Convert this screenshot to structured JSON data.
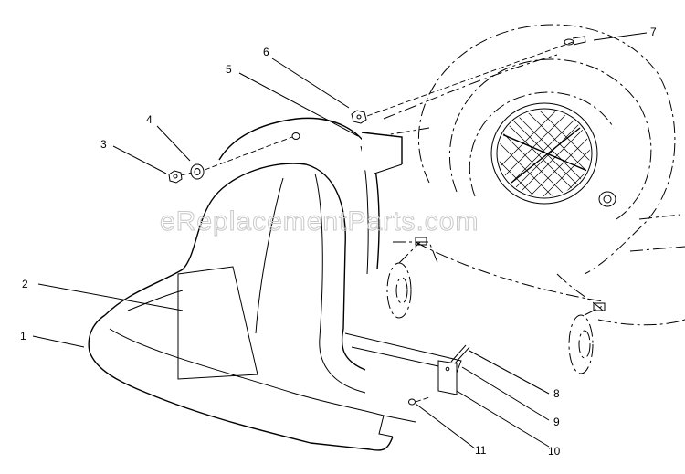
{
  "watermark": "eReplacementParts.com",
  "callouts": [
    {
      "id": "1",
      "label": "1"
    },
    {
      "id": "2",
      "label": "2"
    },
    {
      "id": "3",
      "label": "3"
    },
    {
      "id": "4",
      "label": "4"
    },
    {
      "id": "5",
      "label": "5"
    },
    {
      "id": "6",
      "label": "6"
    },
    {
      "id": "7",
      "label": "7"
    },
    {
      "id": "8",
      "label": "8"
    },
    {
      "id": "9",
      "label": "9"
    },
    {
      "id": "10",
      "label": "10"
    },
    {
      "id": "11",
      "label": "11"
    }
  ]
}
